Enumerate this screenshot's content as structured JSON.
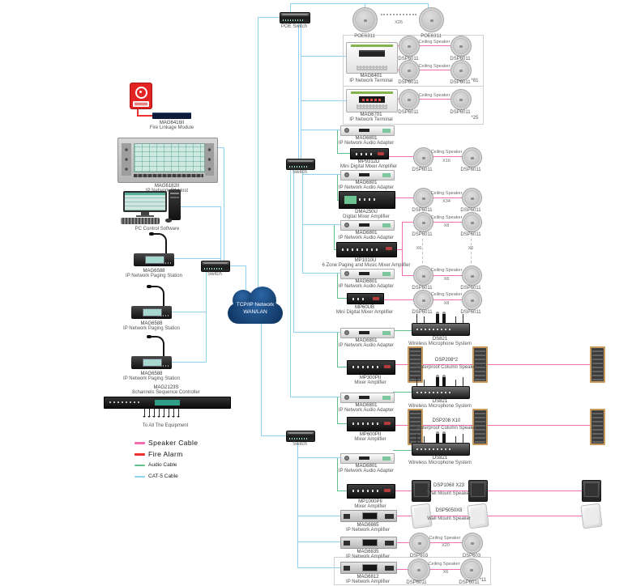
{
  "colors": {
    "cat5": "#8fd3f0",
    "speaker_cable": "#f06eb0",
    "audio_cable": "#5fc08b",
    "fire_alarm": "#f03030",
    "cloud": "#1d4f85"
  },
  "cloud": {
    "line1": "TCP/IP Network",
    "line2": "WAN/LAN"
  },
  "network": {
    "poe_switch": "POE Switch",
    "switch": "Switch"
  },
  "legend": {
    "items": [
      {
        "label": "Speaker Cable"
      },
      {
        "label": "Fire Alarm"
      },
      {
        "label": "Audio Cable"
      },
      {
        "label": "CAT-5 Cable"
      }
    ]
  },
  "left": {
    "fire_module": {
      "model": "MAG6416II",
      "name": "Fire Linkage Module"
    },
    "pa_host": {
      "model": "MAG6182II",
      "name": "IP Network PA Host"
    },
    "pc": {
      "name": "PC Control Software"
    },
    "paging": {
      "model": "MAG6588",
      "name": "IP Network Paging Station"
    },
    "sequencer": {
      "model": "MAG2123S",
      "name": "8channels Sequence Controller",
      "note": "To All The Equipment"
    }
  },
  "speakers": {
    "poe6311": "POE6311",
    "dsp6011": "DSP6011",
    "dsp603": "DSP603",
    "ceiling": "Ceiling Speaker",
    "column_b1": "DSP208*2",
    "column_b2": "DSP208 X10",
    "wall_b3": "DSP106II X23",
    "wall_c1": "DSP5050X8",
    "waterproof": "Waterproof Column Speaker",
    "wallmount": "Wall Mount Speaker"
  },
  "counts": {
    "top": "X26",
    "a1": "X16",
    "a2": "X34",
    "a3a": "X8",
    "a3b": "X8",
    "a4": "X8",
    "dots": "X6",
    "c2": "X20",
    "c3": "X6"
  },
  "notes": {
    "box1": "*81",
    "box2": "*25",
    "box3": "*11"
  },
  "devices": {
    "terminal1": {
      "model": "MAG6401",
      "name": "IP Network Terminal"
    },
    "terminal2": {
      "model": "MAG6701",
      "name": "IP Network Terminal"
    },
    "adapter": {
      "model": "MAG6801",
      "name": "IP Network Audio Adapter"
    },
    "amp_a1": {
      "model": "MP9312D",
      "name": "Mini Digital Mixer Amplifier"
    },
    "amp_a2": {
      "model": "DMA250U",
      "name": "Digital Mixer Amplifier"
    },
    "amp_a3": {
      "model": "MP1010U",
      "name": "6 Zone Paging and Music Mixer Amplifier"
    },
    "amp_a4": {
      "model": "MP60UB",
      "name": "Mini Digital Mixer Amplifier"
    },
    "amp_b1": {
      "model": "MP300PII",
      "name": "Mixer Amplifier"
    },
    "amp_b2": {
      "model": "MP600PII",
      "name": "Mixer Amplifier"
    },
    "amp_b3": {
      "model": "MP1000PII",
      "name": "Mixer Amplifier"
    },
    "amp_c1": {
      "model": "MAG6865",
      "name": "IP Network Amplifier"
    },
    "amp_c2": {
      "model": "MAG6835",
      "name": "IP Network Amplifier"
    },
    "amp_c3": {
      "model": "MAG6812",
      "name": "IP Network Amplifier"
    },
    "mic": {
      "model": "DS821",
      "name": "Wireless Microphone System"
    }
  }
}
